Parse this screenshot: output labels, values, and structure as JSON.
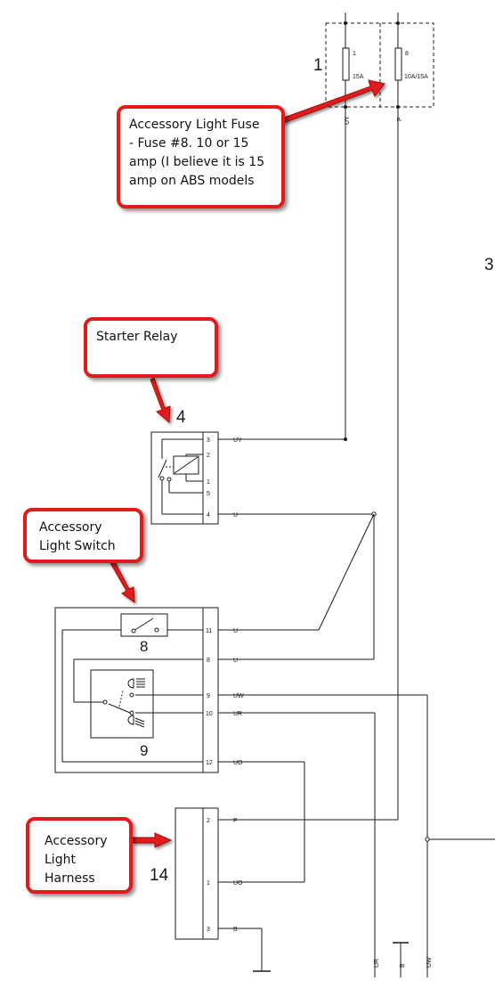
{
  "component_numbers": {
    "fuse_box": "1",
    "starter_relay": "4",
    "switch_8": "8",
    "switch_9": "9",
    "harness": "14",
    "page_edge": "3"
  },
  "fuses": [
    {
      "number": "1",
      "rating": "15A",
      "wire": "UY"
    },
    {
      "number": "8",
      "rating": "10A/15A",
      "wire": "P"
    }
  ],
  "relay_pins": [
    "3",
    "2",
    "1",
    "5",
    "4"
  ],
  "switch_pins": [
    "11",
    "8",
    "9",
    "10",
    "12"
  ],
  "harness_pins": [
    "2",
    "1",
    "3"
  ],
  "wire_labels": {
    "relay_pin3": "UY",
    "relay_pin4": "U",
    "switch_pin11": "U",
    "switch_pin8": "U",
    "switch_pin9": "UW",
    "switch_pin10": "UR",
    "switch_pin12": "UO",
    "harness_pin2": "P",
    "harness_pin1": "UO",
    "harness_pin3": "B"
  },
  "bottom_wire_labels": [
    "UR",
    "B",
    "UW"
  ],
  "callouts": {
    "fuse": "Accessory Light Fuse\n- Fuse #8.  10 or 15\namp (I believe it is 15\namp on ABS models",
    "relay": "Starter Relay",
    "switch": "Accessory\nLight Switch",
    "harness": "Accessory\nLight\nHarness"
  },
  "colors": {
    "callout_border": "#e01b1b",
    "arrow": "#e01b1b",
    "line": "#1a1a1a"
  }
}
